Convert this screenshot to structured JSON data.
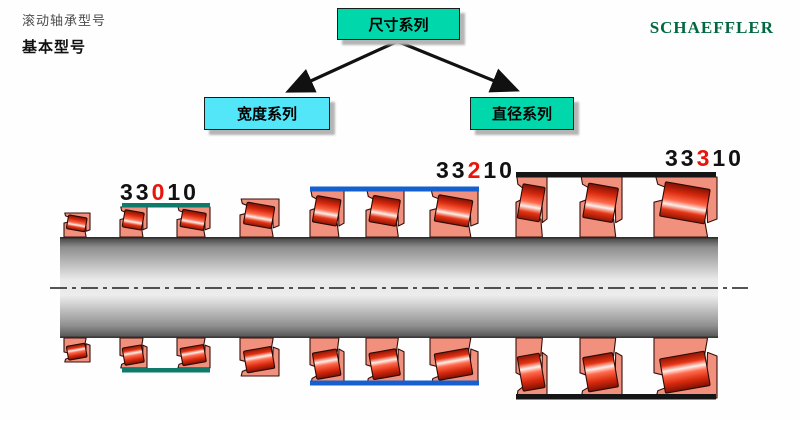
{
  "header": {
    "title_line1": "滚动轴承型号",
    "title_line2": "基本型号",
    "logo": "SCHAEFFLER"
  },
  "flowchart": {
    "root": "尺寸系列",
    "children": [
      {
        "label": "宽度系列"
      },
      {
        "label": "直径系列"
      }
    ]
  },
  "diagram": {
    "series_labels": [
      {
        "pre": "33",
        "highlight": "0",
        "post": "10",
        "bar_color": "#0e7a6a"
      },
      {
        "pre": "33",
        "highlight": "2",
        "post": "10",
        "bar_color": "#1560d0"
      },
      {
        "pre": "33",
        "highlight": "3",
        "post": "10",
        "bar_color": "#151515"
      }
    ]
  },
  "colors": {
    "flow_green": "#00d8ac",
    "flow_cyan": "#52e6f8",
    "highlight_red": "#e8150a",
    "logo_green": "#00693f",
    "bearing_salmon": "#f2907e",
    "roller_dark_red": "#7e1004",
    "roller_red": "#e42300",
    "shaft_gray": "#c9c9c9"
  }
}
